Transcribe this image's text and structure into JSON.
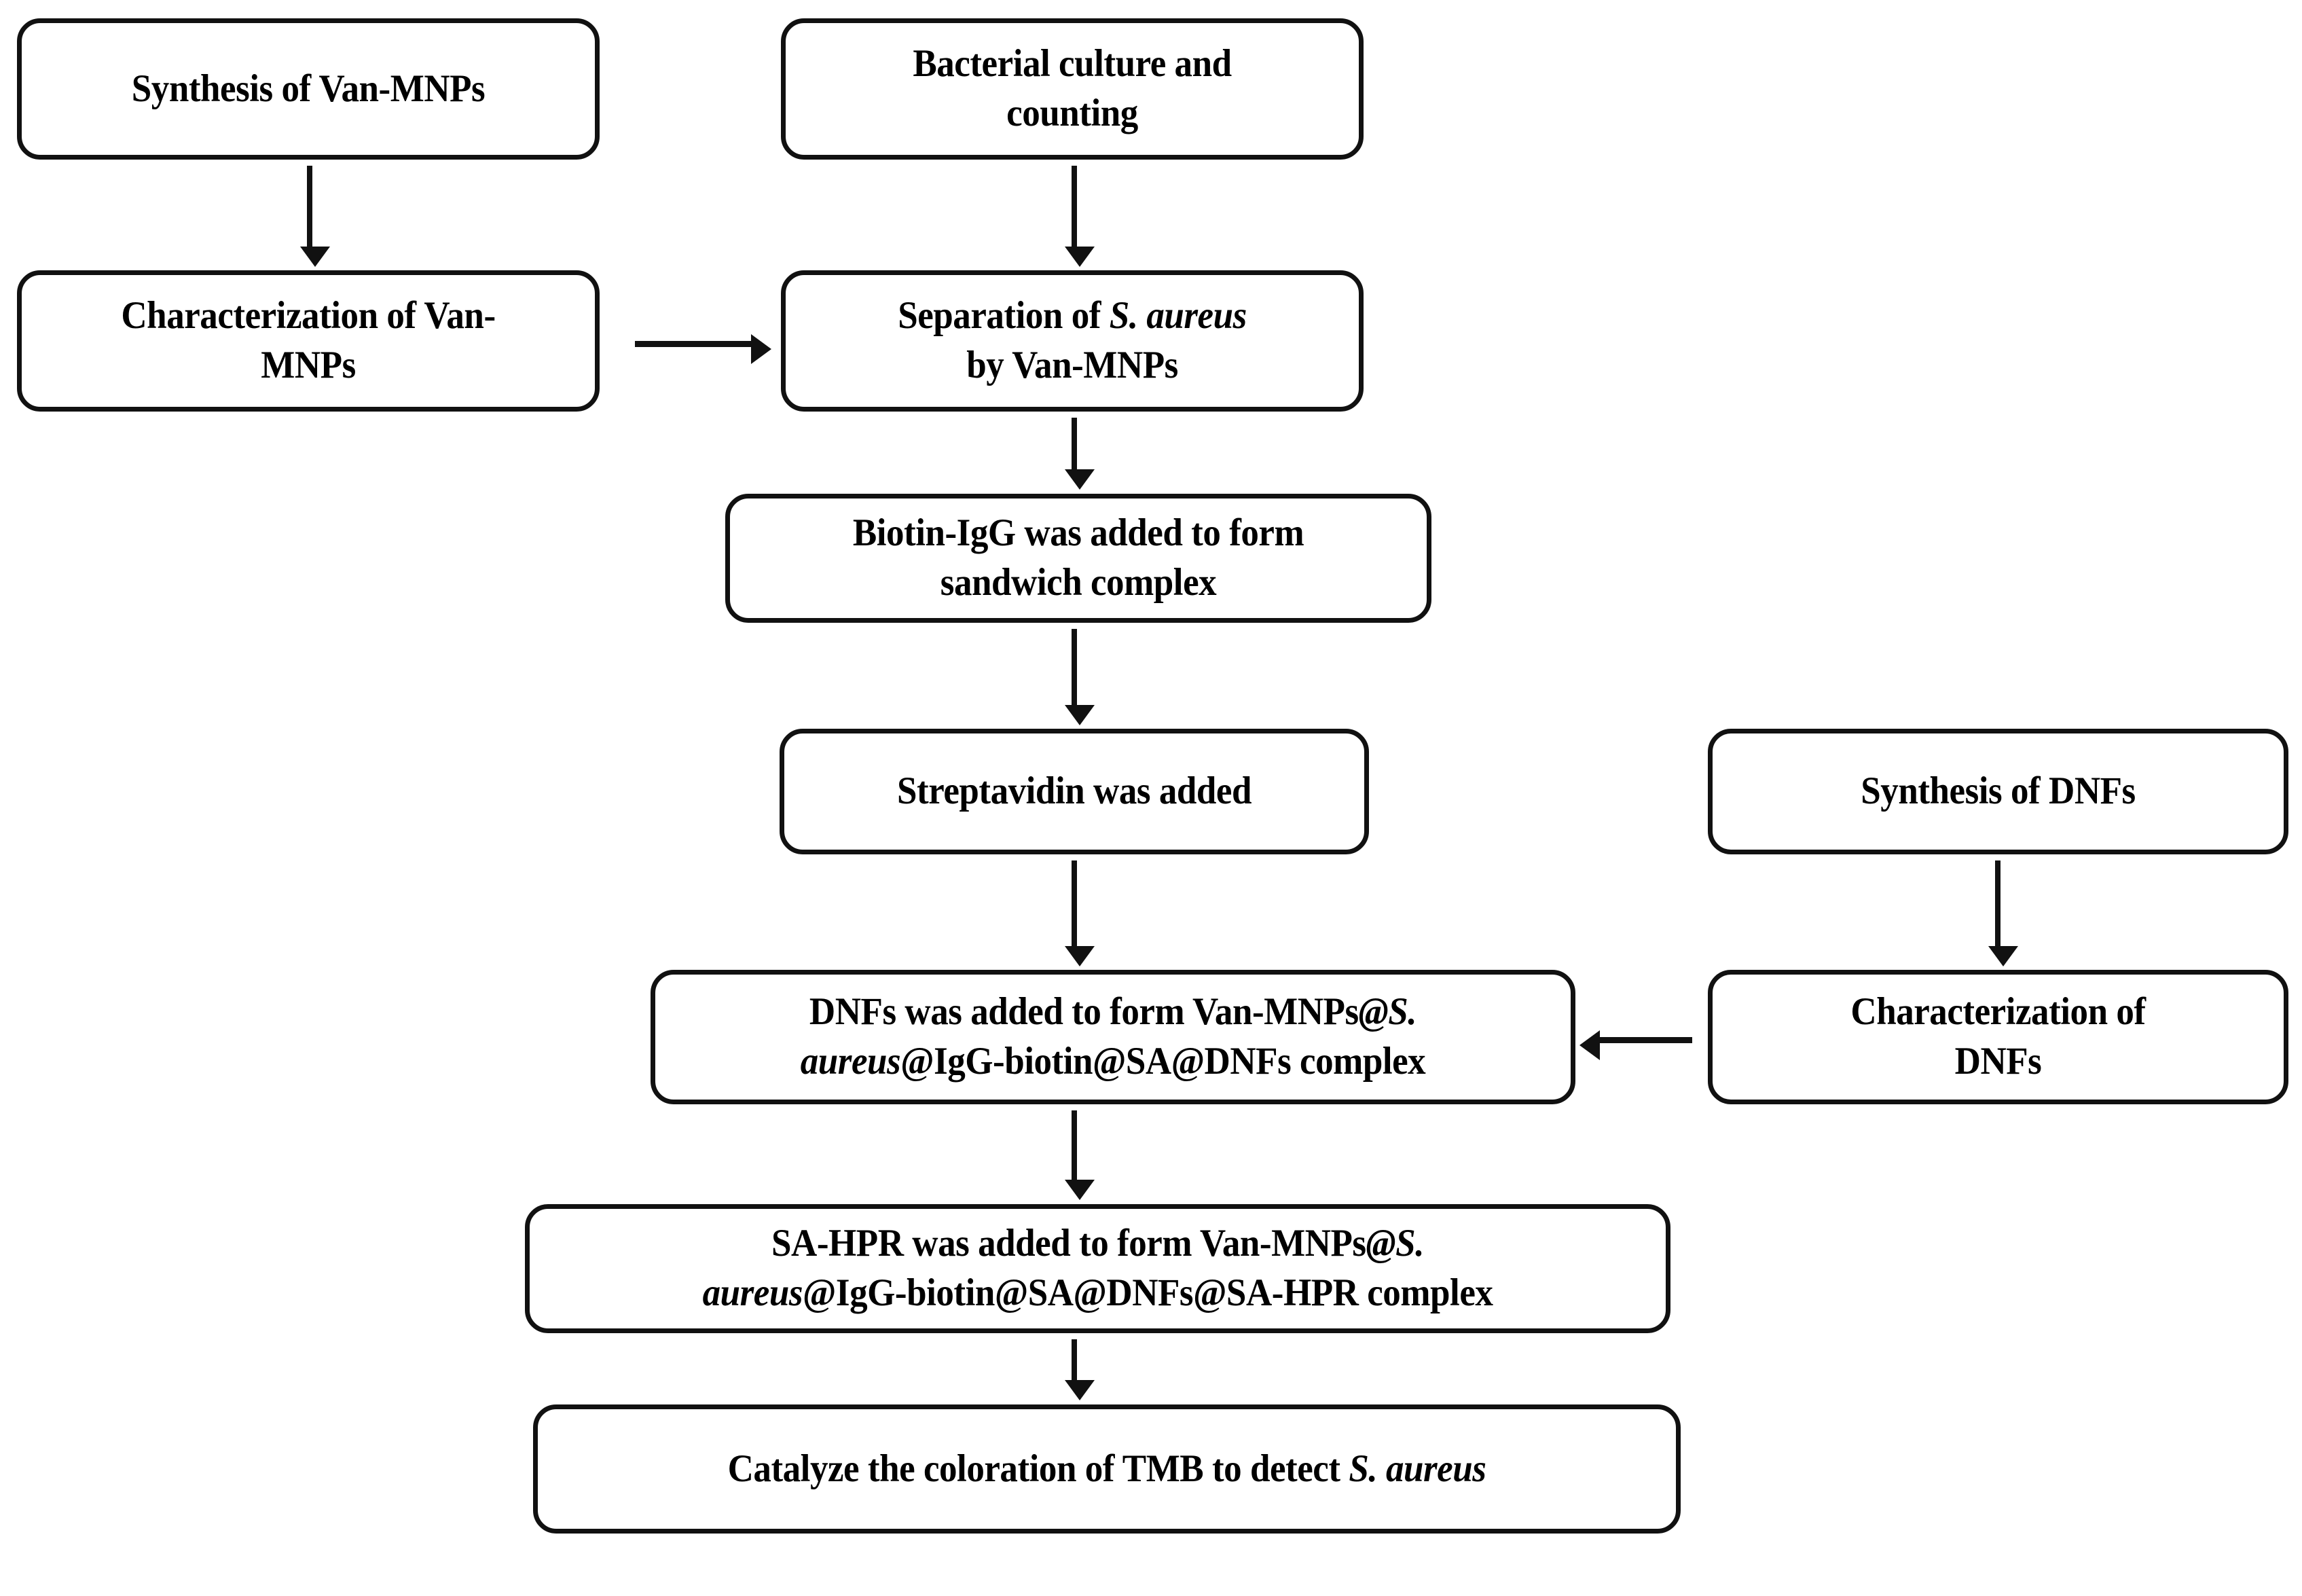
{
  "diagram": {
    "title": "Experimental workflow flowchart for S. aureus detection",
    "background_color": "#ffffff",
    "line_color": "#111111",
    "nodes": [
      {
        "id": "synthesis-van-mnps",
        "label": "Synthesis of Van-MNPs",
        "lines": [
          "Synthesis of Van-MNPs"
        ]
      },
      {
        "id": "bacterial-culture",
        "label": "Bacterial culture and counting",
        "lines": [
          "Bacterial culture and",
          "counting"
        ]
      },
      {
        "id": "characterization-van-mnps",
        "label": "Characterization of Van-MNPs",
        "lines": [
          "Characterization of Van-",
          "MNPs"
        ]
      },
      {
        "id": "separation-aureus",
        "label": "Separation of S. aureus by Van-MNPs",
        "lines": [
          "Separation of S. aureus",
          "by Van-MNPs"
        ]
      },
      {
        "id": "biotin-igg",
        "label": "Biotin-IgG was added to form sandwich complex",
        "lines": [
          "Biotin-IgG was added to form",
          "sandwich complex"
        ]
      },
      {
        "id": "streptavidin",
        "label": "Streptavidin was added",
        "lines": [
          "Streptavidin was added"
        ]
      },
      {
        "id": "synthesis-dnfs",
        "label": "Synthesis of DNFs",
        "lines": [
          "Synthesis of DNFs"
        ]
      },
      {
        "id": "dnfs-complex",
        "label": "DNFs was added to form Van-MNPs@S. aureus@IgG-biotin@SA@DNFs complex",
        "lines": [
          "DNFs was added to form Van-MNPs@S.",
          "aureus@IgG-biotin@SA@DNFs complex"
        ]
      },
      {
        "id": "characterization-dnfs",
        "label": "Characterization of DNFs",
        "lines": [
          "Characterization  of",
          "DNFs"
        ]
      },
      {
        "id": "sa-hpr-complex",
        "label": "SA-HPR was added to form Van-MNPs@S. aureus@IgG-biotin@SA@DNFs@SA-HPR complex",
        "lines": [
          "SA-HPR was added to form Van-MNPs@S.",
          "aureus@IgG-biotin@SA@DNFs@SA-HPR complex"
        ]
      },
      {
        "id": "catalyze-tmb",
        "label": "Catalyze the coloration of TMB to detect S. aureus",
        "lines": [
          "Catalyze the coloration of TMB to detect S. aureus"
        ]
      }
    ],
    "edges": [
      {
        "id": "synth-to-charvan",
        "from": "synthesis-van-mnps",
        "to": "characterization-van-mnps",
        "direction": "down"
      },
      {
        "id": "bact-to-sep",
        "from": "bacterial-culture",
        "to": "separation-aureus",
        "direction": "down"
      },
      {
        "id": "charvan-to-sep",
        "from": "characterization-van-mnps",
        "to": "separation-aureus",
        "direction": "right"
      },
      {
        "id": "sep-to-biotin",
        "from": "separation-aureus",
        "to": "biotin-igg",
        "direction": "down"
      },
      {
        "id": "biotin-to-strep",
        "from": "biotin-igg",
        "to": "streptavidin",
        "direction": "down"
      },
      {
        "id": "strep-to-dnfs",
        "from": "streptavidin",
        "to": "dnfs-complex",
        "direction": "down"
      },
      {
        "id": "synthdnf-to-chdnf",
        "from": "synthesis-dnfs",
        "to": "characterization-dnfs",
        "direction": "down"
      },
      {
        "id": "chdnf-to-dnfs",
        "from": "characterization-dnfs",
        "to": "dnfs-complex",
        "direction": "left"
      },
      {
        "id": "dnfs-to-sahpr",
        "from": "dnfs-complex",
        "to": "sa-hpr-complex",
        "direction": "down"
      },
      {
        "id": "sahpr-to-catalyze",
        "from": "sa-hpr-complex",
        "to": "catalyze-tmb",
        "direction": "down"
      }
    ]
  }
}
